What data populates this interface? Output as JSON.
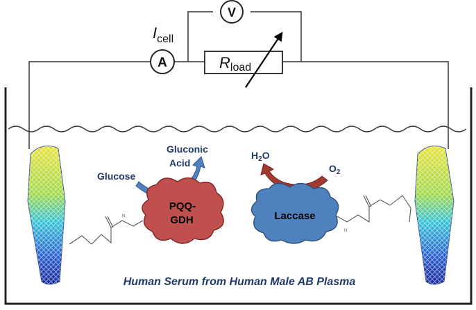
{
  "circuit": {
    "current_symbol": "I",
    "current_subscript": "cell",
    "ammeter_label": "A",
    "voltmeter_label": "V",
    "load_symbol": "R",
    "load_subscript": "load"
  },
  "anode": {
    "enzyme_line1": "PQQ-",
    "enzyme_line2": "GDH",
    "substrate": "Glucose",
    "product_line1": "Gluconic",
    "product_line2": "Acid"
  },
  "cathode": {
    "enzyme": "Laccase",
    "product": "H",
    "product_sub": "2",
    "product_tail": "O",
    "substrate": "O",
    "substrate_sub": "2"
  },
  "solution_label": "Human Serum from Human Male AB Plasma",
  "colors": {
    "pqq_gdh_fill": "#c0504d",
    "laccase_fill": "#4f81bd",
    "anode_arrow": "#4f81bd",
    "cathode_arrow": "#a33a32",
    "label_text": "#1f3a6b"
  },
  "icons": {
    "left_electrode": "carbon-nanotube-icon",
    "right_electrode": "carbon-nanotube-icon",
    "variable_resistor": "variable-resistor-icon"
  }
}
